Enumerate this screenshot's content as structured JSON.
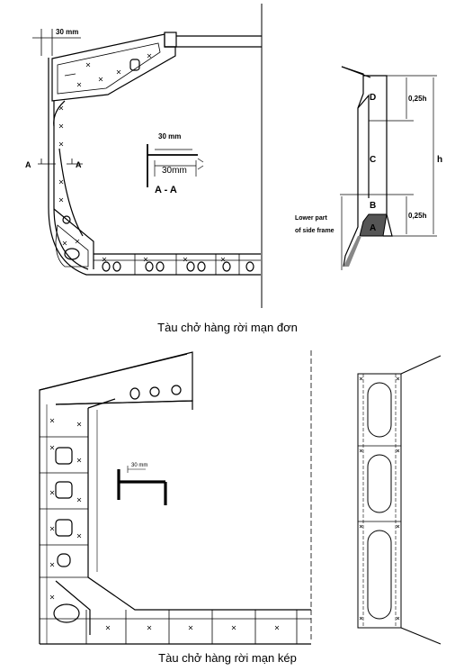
{
  "top": {
    "caption": "Tàu chở hàng rời mạn đơn",
    "dim_top": "30 mm",
    "dim_section": "30 mm",
    "dim_section_box": "30mm",
    "section_mark_left": "A",
    "section_mark_right": "A",
    "section_title": "A - A",
    "zone_d": "D",
    "zone_c": "C",
    "zone_b": "B",
    "zone_a": "A",
    "dim_upper": "0,25h",
    "dim_lower": "0,25h",
    "dim_total": "h",
    "lower_part_label_1": "Lower part",
    "lower_part_label_2": "of side frame"
  },
  "bottom": {
    "caption": "Tàu chở hàng rời mạn kép",
    "dim_label": "30 mm"
  }
}
